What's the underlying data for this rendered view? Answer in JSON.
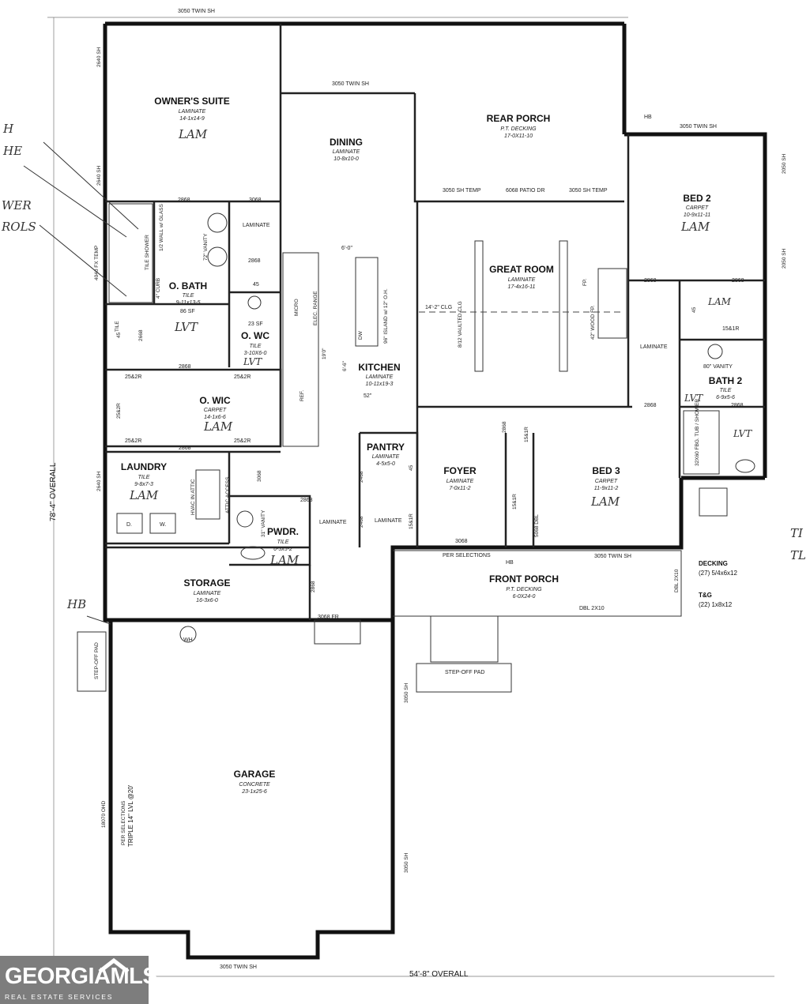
{
  "rooms": [
    {
      "name": "OWNER'S SUITE",
      "material": "LAMINATE",
      "dims": "14-1x14-9"
    },
    {
      "name": "DINING",
      "material": "LAMINATE",
      "dims": "10-8x10-0"
    },
    {
      "name": "REAR PORCH",
      "material": "P.T. DECKING",
      "dims": "17-0X11-10"
    },
    {
      "name": "BED 2",
      "material": "CARPET",
      "dims": "10-9x11-11"
    },
    {
      "name": "O. BATH",
      "material": "TILE",
      "dims": "9-11x13-5"
    },
    {
      "name": "O. WC",
      "material": "TILE",
      "dims": "3-10X6-0"
    },
    {
      "name": "GREAT ROOM",
      "material": "LAMINATE",
      "dims": "17-4x16-11"
    },
    {
      "name": "KITCHEN",
      "material": "LAMINATE",
      "dims": "10-11x19-3"
    },
    {
      "name": "BATH 2",
      "material": "TILE",
      "dims": "6-9x5-6"
    },
    {
      "name": "O. WIC",
      "material": "CARPET",
      "dims": "14-1x6-6"
    },
    {
      "name": "PANTRY",
      "material": "LAMINATE",
      "dims": "4-5x5-0"
    },
    {
      "name": "FOYER",
      "material": "LAMINATE",
      "dims": "7-0x11-2"
    },
    {
      "name": "BED 3",
      "material": "CARPET",
      "dims": "11-9x11-2"
    },
    {
      "name": "LAUNDRY",
      "material": "TILE",
      "dims": "9-8x7-3"
    },
    {
      "name": "PWDR.",
      "material": "TILE",
      "dims": "6-3x5-2"
    },
    {
      "name": "STORAGE",
      "material": "LAMINATE",
      "dims": "16-3x6-0"
    },
    {
      "name": "FRONT PORCH",
      "material": "P.T. DECKING",
      "dims": "6-0X24-0"
    },
    {
      "name": "GARAGE",
      "material": "CONCRETE",
      "dims": "23-1x25-6"
    }
  ],
  "labels": {
    "window_top": "3050 TWIN SH",
    "window_dining": "3050 TWIN SH",
    "window_bed2": "3050 TWIN SH",
    "window_frontporch": "3050 TWIN SH",
    "window_garage": "3050 TWIN SH",
    "sh_2640_a": "2640 SH",
    "sh_2640_b": "2640 SH",
    "sh_2640_c": "2640 SH",
    "sh_2050_a": "2050 SH",
    "sh_2050_b": "2050 SH",
    "sh_3050_a": "3050 SH",
    "sh_3050_b": "3050 SH",
    "fx_temp": "4040 FX TEMP",
    "sh_temp_1": "3050 SH TEMP",
    "patio_dr": "6068 PATIO DR",
    "sh_temp_2": "3050 SH TEMP",
    "d2868_1": "2868",
    "d3068_1": "3068",
    "d2868_2": "2868",
    "d2868_3": "2868",
    "d2868_4": "2868",
    "d2868_5": "2868",
    "d2868_6": "2868",
    "d2868_7": "2868",
    "d2868_8": "2868",
    "d2868_9": "2868",
    "d2868_10": "2868",
    "d2868_11": "2868",
    "d3068_2": "3068",
    "d3068_3": "3068",
    "d2468_1": "2468",
    "d2468_2": "2468",
    "d2668": "2668",
    "d45_1": "45",
    "d45_2": "45",
    "d45_3": "45",
    "d45_4": "45",
    "laminate_1": "LAMINATE",
    "laminate_2": "LAMINATE",
    "laminate_3": "LAMINATE",
    "laminate_4": "LAMINATE",
    "tile_1": "TILE",
    "vanity_72": "72\" VANITY",
    "vanity_80": "80\" VANITY",
    "vanity_31": "31\" VANITY",
    "half_wall": "1/2 WALL w/ GLASS",
    "tile_shower": "TILE SHOWER",
    "curb": "4\" CURB",
    "sf86": "86 SF",
    "sf23": "23 SF",
    "micro": "MICRO",
    "elec_range": "ELEC. RANGE",
    "ref": "REF.",
    "dw": "DW",
    "island": "96\" ISLAND w/ 12\" O.H.",
    "dim_6_0": "6'-0\"",
    "dim_6_6": "6'-6\"",
    "dim_190": "19'0\"",
    "dim_52": "52\"",
    "vaulted": "8/12 VAULTED CLG",
    "clg": "14'-2\" CLG",
    "wood_fp": "42\" WOOD FP.",
    "fp": "FP.",
    "s1r_1": "15&1R",
    "s1r_2": "15&1R",
    "s1r_3": "15&1R",
    "s1r_4": "15&1R",
    "s2r_1": "25&2R",
    "s2r_2": "25&2R",
    "s2r_3": "25&2R",
    "s2r_4": "25&2R",
    "s2r_5": "25&2R",
    "dbl_5068": "5068 DBL",
    "fbg": "32X60 FBG. TUB / SHOWER",
    "hvac": "HVAC IN ATTIC",
    "attic": "ATTIC ACCESS",
    "dryer": "D.",
    "washer": "W.",
    "wh": "WH",
    "fr_3068": "3068 FR",
    "per_sel_1": "PER SELECTIONS",
    "per_sel_2": "PER SELECTIONS",
    "hb_1": "HB",
    "hb_2": "HB",
    "hb_3": "HB",
    "dbl_2x10_1": "DBL 2X10",
    "dbl_2x10_2": "DBL 2X10",
    "step_off_1": "STEP-OFF PAD",
    "step_off_2": "STEP-OFF PAD",
    "ohd": "18070 OHD",
    "lvl": "TRIPLE 14\" LVL @20'",
    "overall_v": "78'-4\" OVERALL",
    "overall_h": "54'-8\" OVERALL",
    "decking_title": "DECKING",
    "decking_val": "(27) 5/4x6x12",
    "tg_title": "T&G",
    "tg_val": "(22) 1x8x12"
  },
  "handwritten": {
    "lam_owner": "LAM",
    "lam_bed2": "LAM",
    "lvt_obath": "LVT",
    "lvt_owc": "LVT",
    "lam_owic": "LAM",
    "lam_laundry": "LAM",
    "lam_pwdr": "LAM",
    "lam_bed3": "LAM",
    "lam_bed2closet": "LAM",
    "lvt_bath2": "LVT",
    "lvt_bath2b": "LVT",
    "hb_left": "HB",
    "margin_1": "H",
    "margin_2": "HE",
    "margin_3": "WER",
    "margin_4": "ROLS",
    "margin_right_1": "TI",
    "margin_right_2": "TL"
  },
  "logo": {
    "name": "GEORGIAMLS",
    "tagline": "REAL ESTATE SERVICES"
  }
}
